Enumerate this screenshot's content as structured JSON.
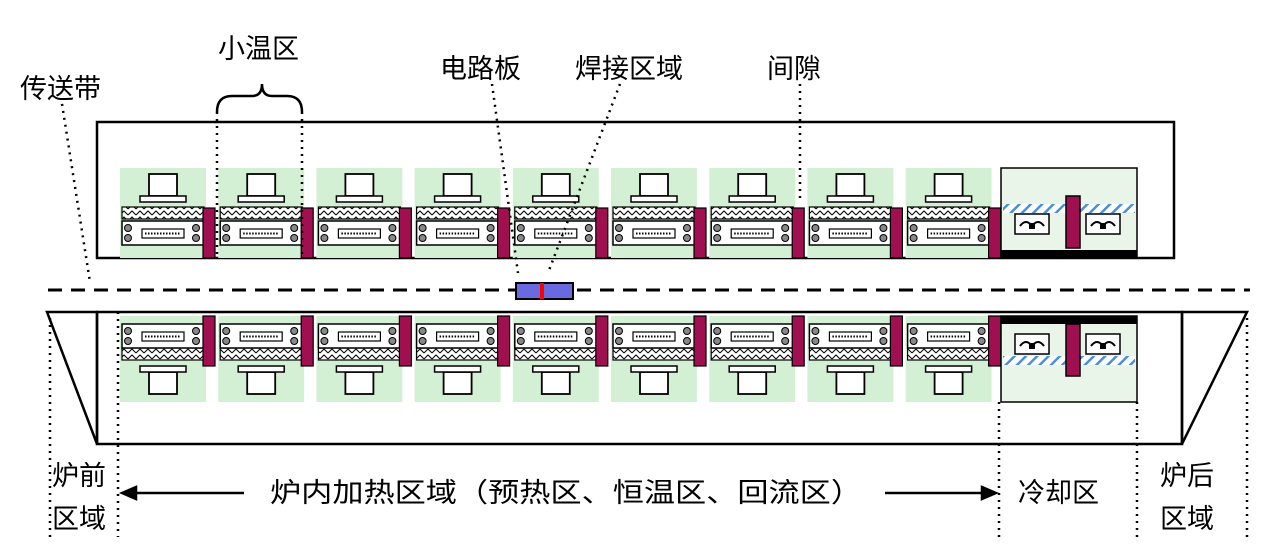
{
  "labels": {
    "conveyor": "传送带",
    "small_zone": "小温区",
    "circuit_board": "电路板",
    "solder_zone": "焊接区域",
    "gap": "间隙",
    "front_line1": "炉前",
    "front_line2": "区域",
    "heating_zone": "炉内加热区域（预热区、恒温区、回流区）",
    "cooling_zone": "冷却区",
    "rear_line1": "炉后",
    "rear_line2": "区域"
  },
  "diagram": {
    "heating_zone_count": 9,
    "cooling_unit_count": 2
  },
  "colors": {
    "zone_fill": "#d4f0d4",
    "gap_bar": "#a01050",
    "board_fill": "#6a6ae0",
    "solder_mark": "#ff0000",
    "cooling_stripe": "#4a90d9",
    "cooling_fill": "#e8f5e8",
    "line": "#000000"
  }
}
